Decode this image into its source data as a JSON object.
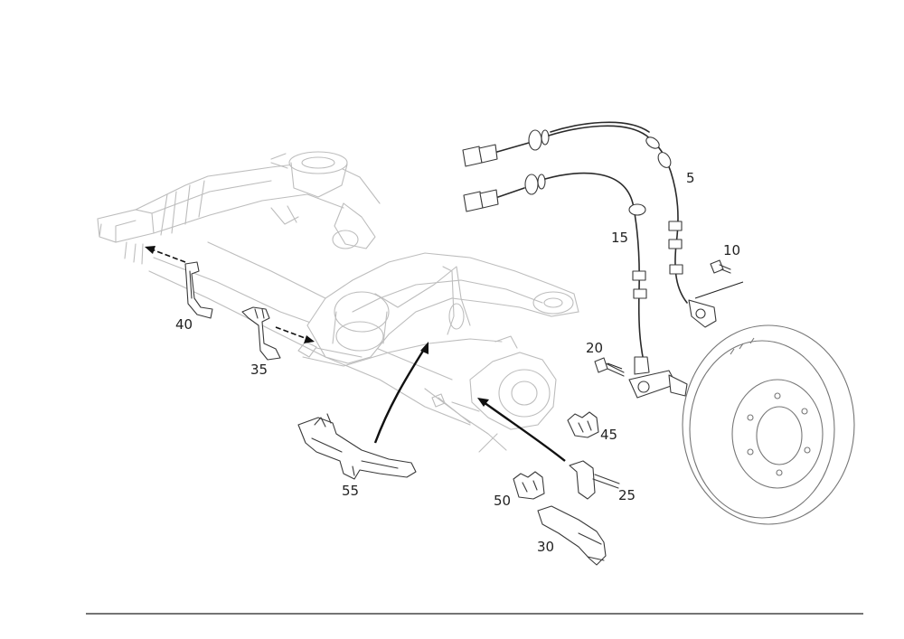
{
  "callouts": {
    "c5": "5",
    "c10": "10",
    "c15": "15",
    "c20": "20",
    "c25": "25",
    "c30": "30",
    "c35": "35",
    "c40": "40",
    "c45": "45",
    "c50": "50",
    "c55": "55"
  },
  "colors": {
    "ghost": "#bdbdbd",
    "part": "#3a3a3a",
    "arrow": "#111111"
  }
}
